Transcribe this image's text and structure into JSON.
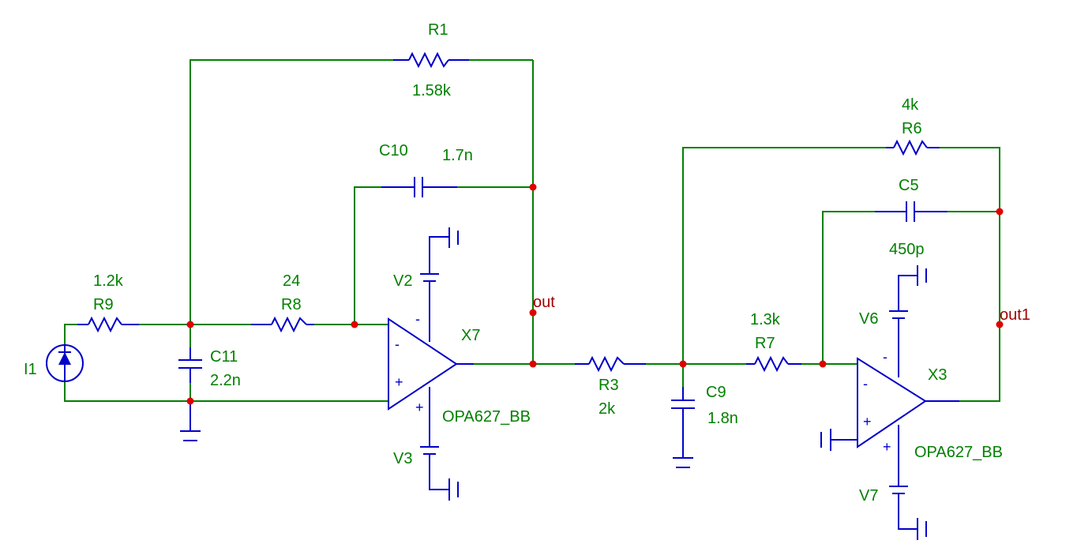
{
  "components": {
    "R1": {
      "ref": "R1",
      "value": "1.58k"
    },
    "R3": {
      "ref": "R3",
      "value": "2k"
    },
    "R6": {
      "ref": "R6",
      "value": "4k"
    },
    "R7": {
      "ref": "R7",
      "value": "1.3k"
    },
    "R8": {
      "ref": "R8",
      "value": "24"
    },
    "R9": {
      "ref": "R9",
      "value": "1.2k"
    },
    "C5": {
      "ref": "C5",
      "value": "450p"
    },
    "C9": {
      "ref": "C9",
      "value": "1.8n"
    },
    "C10": {
      "ref": "C10",
      "value": "1.7n"
    },
    "C11": {
      "ref": "C11",
      "value": "2.2n"
    },
    "X7": {
      "ref": "X7",
      "model": "OPA627_BB"
    },
    "X3": {
      "ref": "X3",
      "model": "OPA627_BB"
    },
    "V2": {
      "ref": "V2"
    },
    "V3": {
      "ref": "V3"
    },
    "V6": {
      "ref": "V6"
    },
    "V7": {
      "ref": "V7"
    },
    "I1": {
      "ref": "I1"
    }
  },
  "nets": {
    "out": "out",
    "out1": "out1"
  },
  "pins": {
    "minus": "-",
    "plus": "+"
  },
  "colors": {
    "wire": "#008000",
    "component": "#0000c8",
    "node": "#e00000",
    "net_label": "#a00000"
  }
}
